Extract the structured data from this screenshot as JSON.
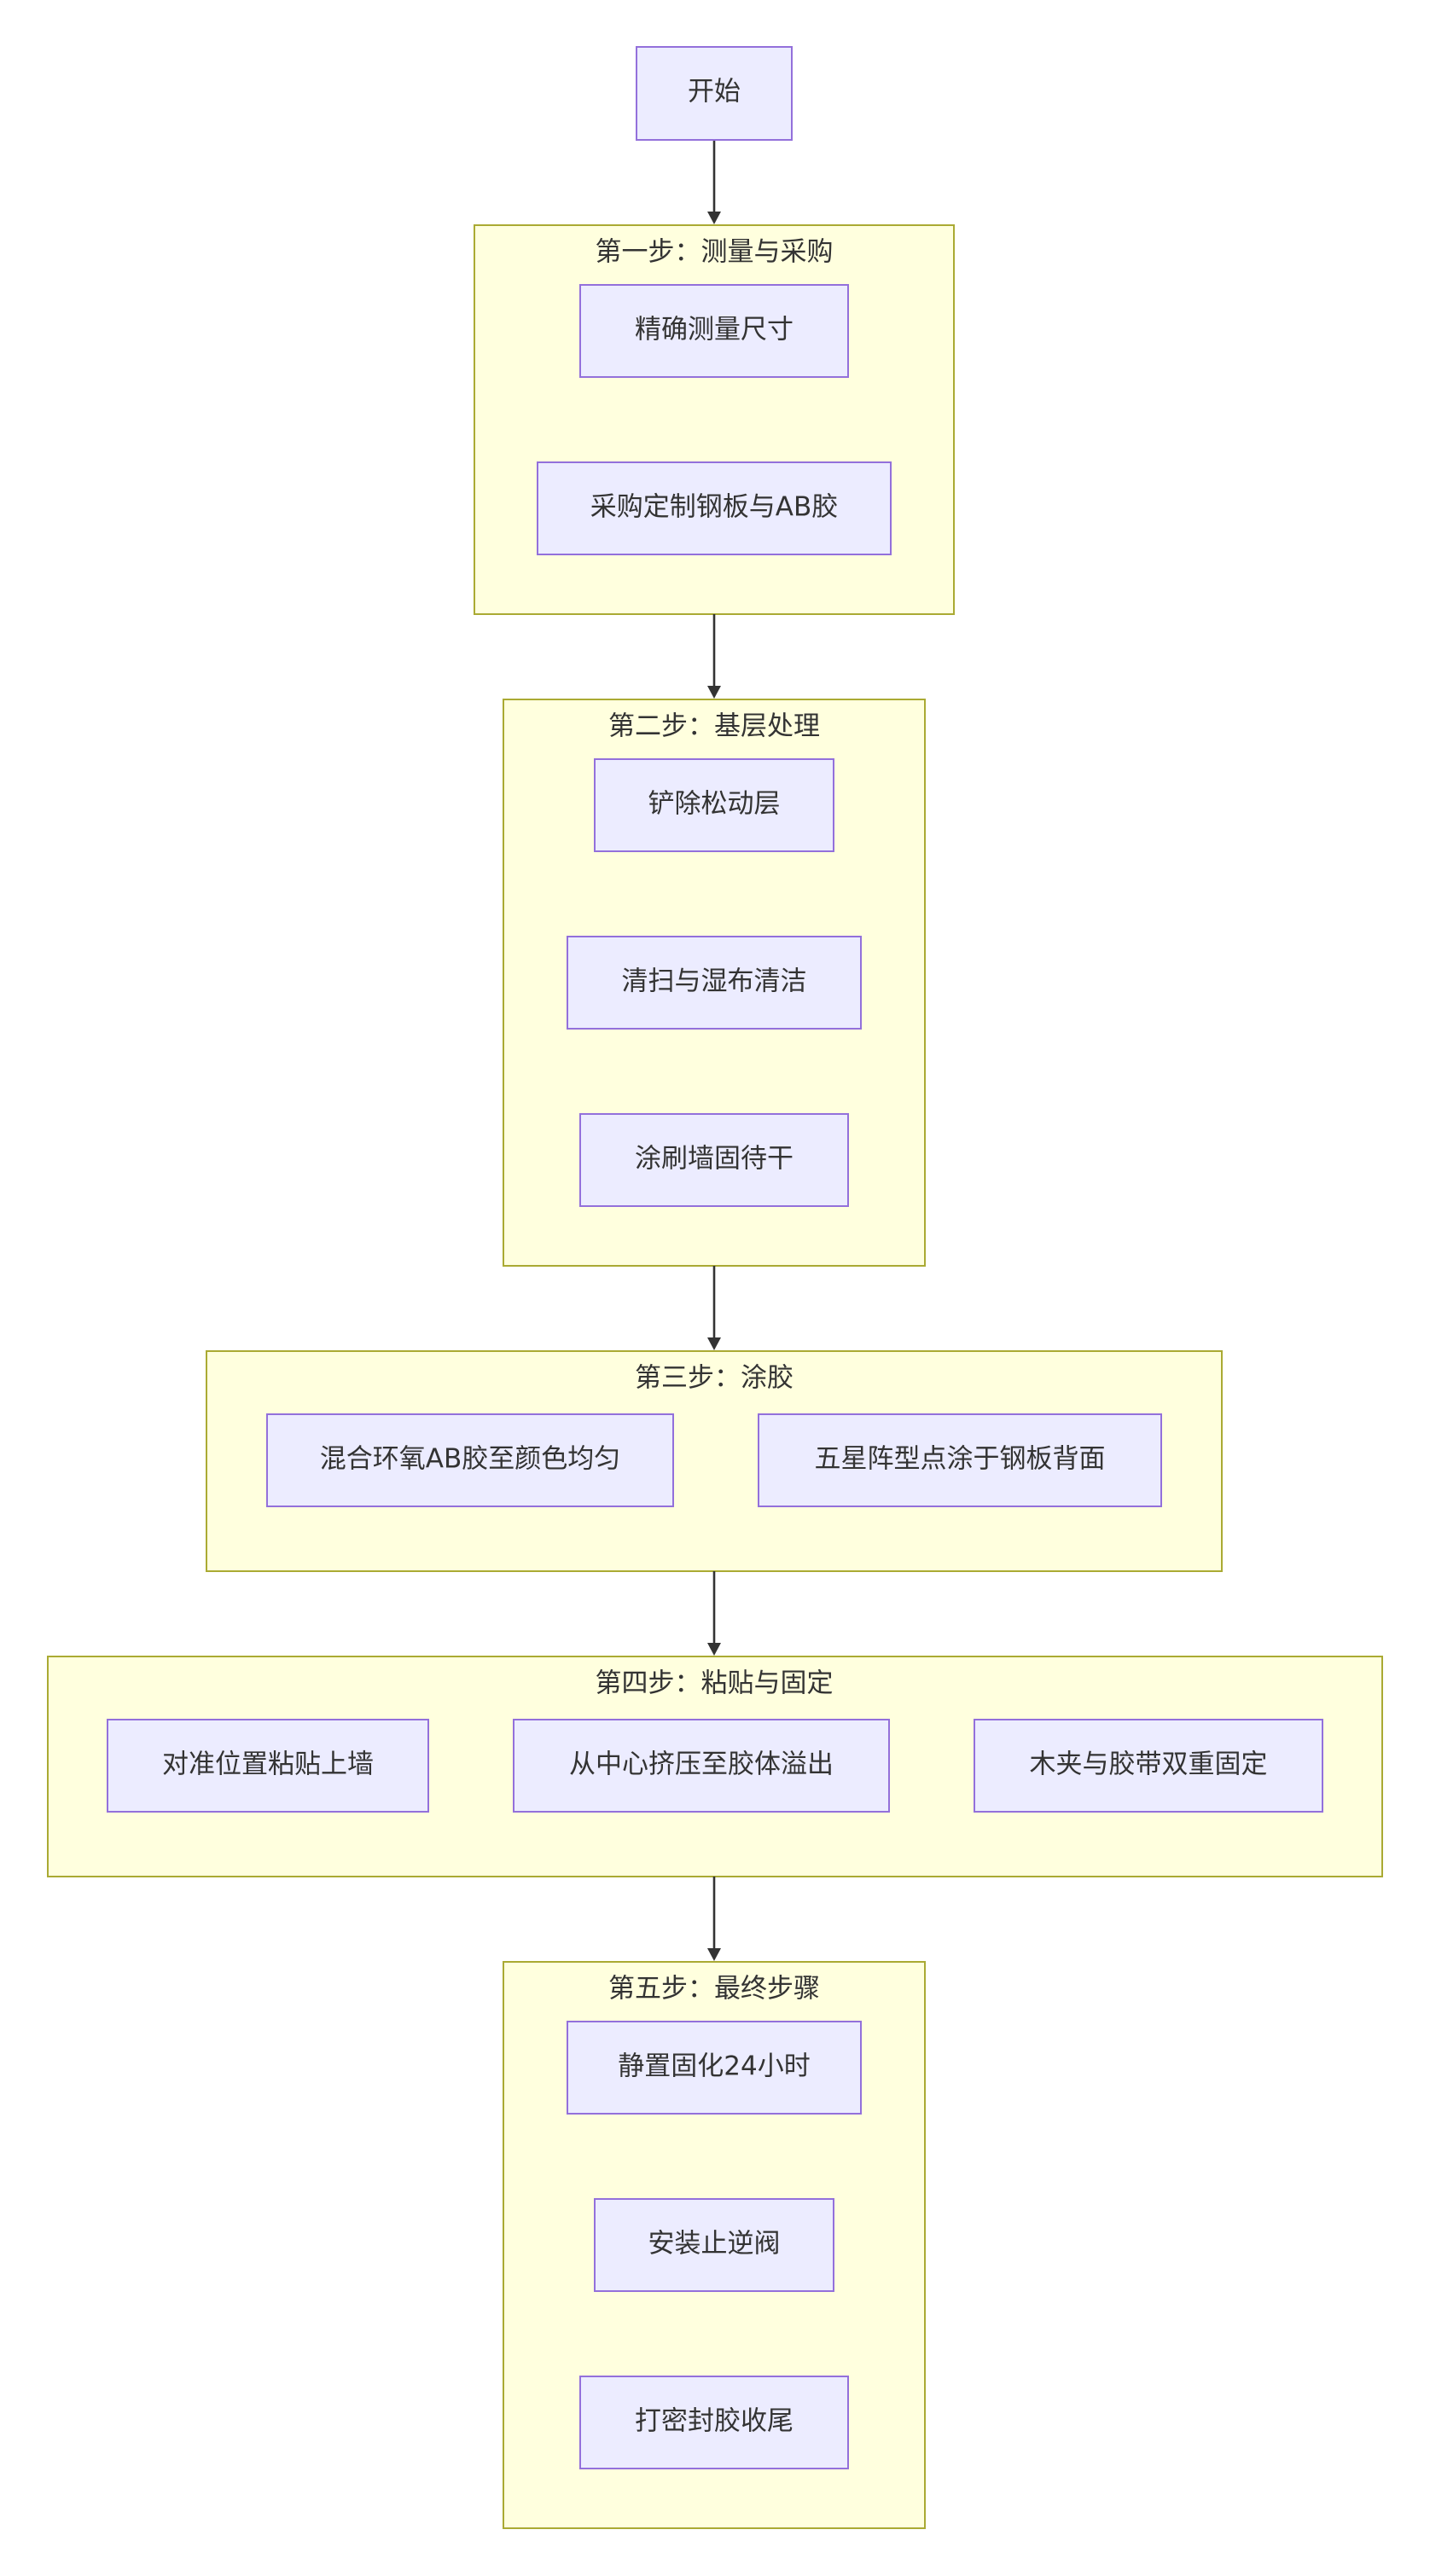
{
  "start": {
    "label": "开始"
  },
  "stages": [
    {
      "title": "第一步：测量与采购",
      "steps": [
        "精确测量尺寸",
        "采购定制钢板与AB胶"
      ]
    },
    {
      "title": "第二步：基层处理",
      "steps": [
        "铲除松动层",
        "清扫与湿布清洁",
        "涂刷墙固待干"
      ]
    },
    {
      "title": "第三步：涂胶",
      "steps": [
        "混合环氧AB胶至颜色均匀",
        "五星阵型点涂于钢板背面"
      ]
    },
    {
      "title": "第四步：粘贴与固定",
      "steps": [
        "对准位置粘贴上墙",
        "从中心挤压至胶体溢出",
        "木夹与胶带双重固定"
      ]
    },
    {
      "title": "第五步：最终步骤",
      "steps": [
        "静置固化24小时",
        "安装止逆阀",
        "打密封胶收尾"
      ]
    }
  ],
  "colors": {
    "node_fill": "#ececff",
    "node_stroke": "#9370db",
    "cluster_fill": "#ffffde",
    "cluster_stroke": "#aaaa33",
    "edge": "#333333",
    "text": "#333333"
  }
}
